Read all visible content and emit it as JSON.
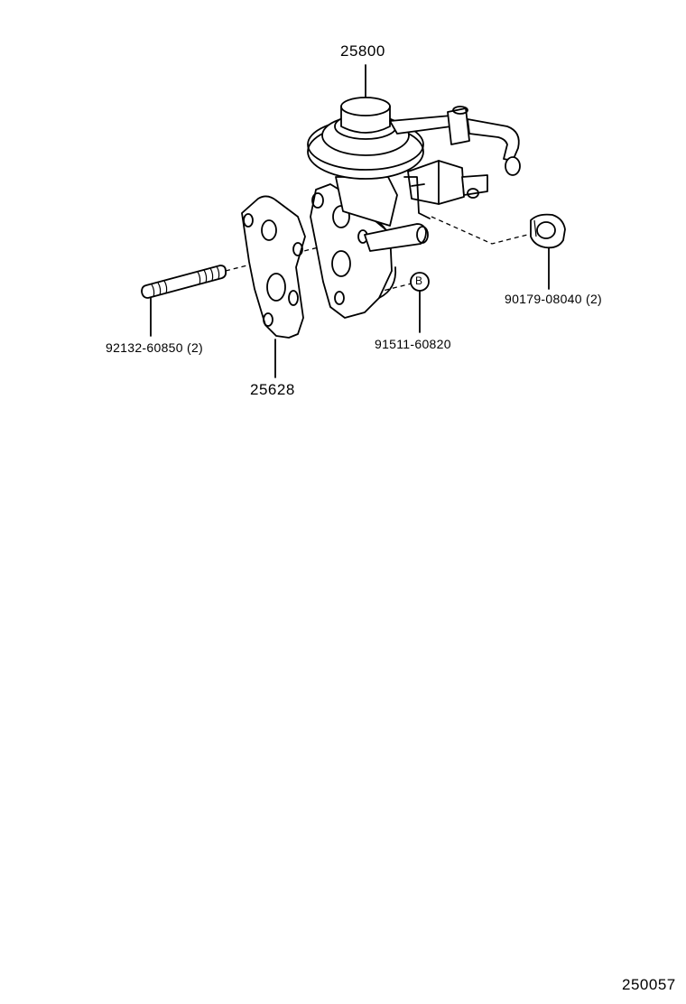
{
  "diagram": {
    "parts": {
      "egr_valve": {
        "number": "25800",
        "icon": "egr-valve-assembly"
      },
      "gasket": {
        "number": "25628",
        "icon": "egr-valve-gasket"
      },
      "stud_bolt": {
        "number": "92132-60850 (2)",
        "icon": "stud-bolt"
      },
      "nut": {
        "number": "90179-08040 (2)",
        "icon": "hex-nut"
      },
      "bolt": {
        "number": "91511-60820",
        "badge": "B",
        "icon": "flange-bolt"
      }
    },
    "figure_id": "250057"
  }
}
